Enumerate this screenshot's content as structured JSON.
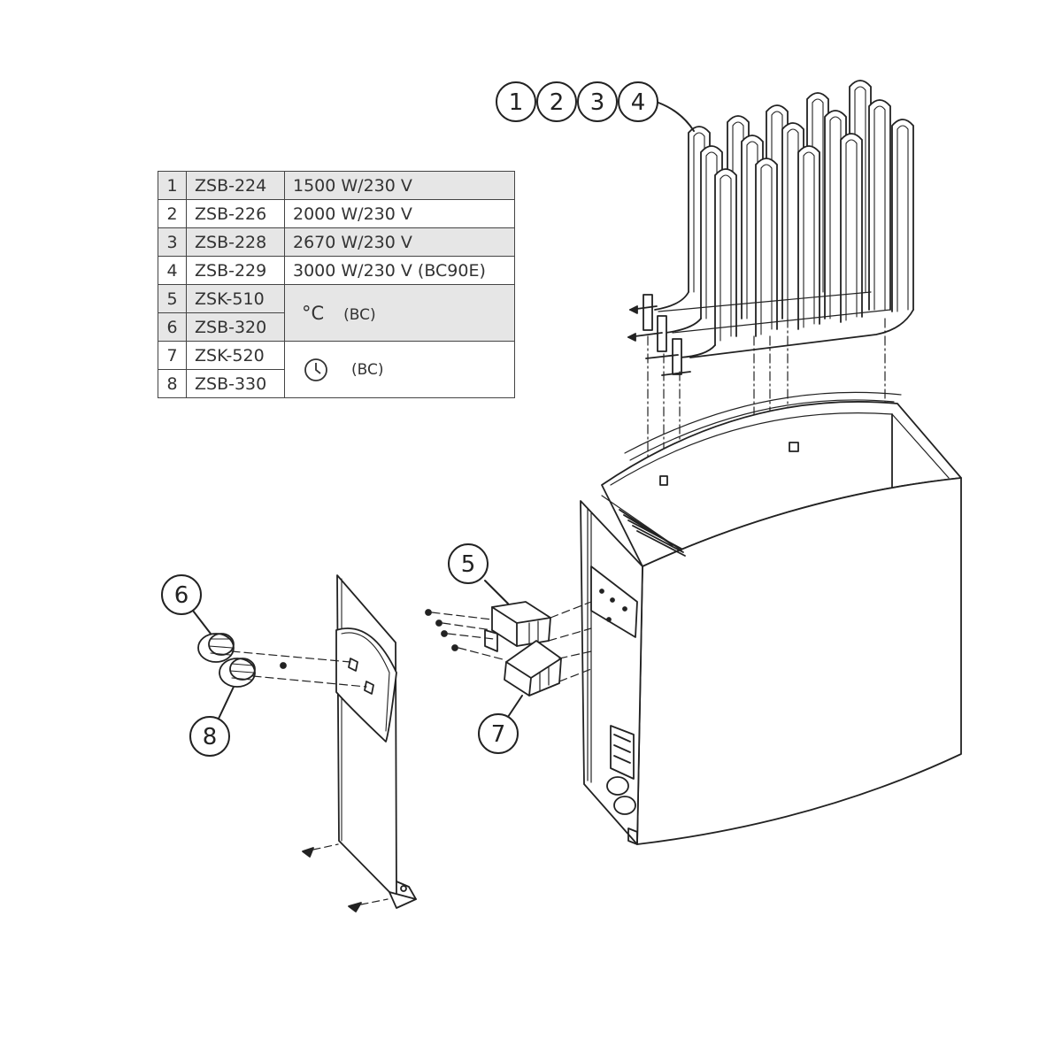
{
  "parts_table": {
    "rows": [
      {
        "num": "1",
        "code": "ZSB-224",
        "desc": "1500 W/230 V"
      },
      {
        "num": "2",
        "code": "ZSB-226",
        "desc": "2000 W/230 V"
      },
      {
        "num": "3",
        "code": "ZSB-228",
        "desc": "2670 W/230 V"
      },
      {
        "num": "4",
        "code": "ZSB-229",
        "desc": "3000 W/230 V (BC90E)"
      },
      {
        "num": "5",
        "code": "ZSK-510"
      },
      {
        "num": "6",
        "code": "ZSB-320"
      },
      {
        "num": "7",
        "code": "ZSK-520"
      },
      {
        "num": "8",
        "code": "ZSB-330"
      }
    ],
    "group_thermostat": {
      "symbol": "°C",
      "note": "(BC)"
    },
    "group_timer": {
      "symbol": "clock-icon",
      "note": "(BC)"
    }
  },
  "callouts": {
    "c1": "1",
    "c2": "2",
    "c3": "3",
    "c4": "4",
    "c5": "5",
    "c6": "6",
    "c7": "7",
    "c8": "8"
  }
}
